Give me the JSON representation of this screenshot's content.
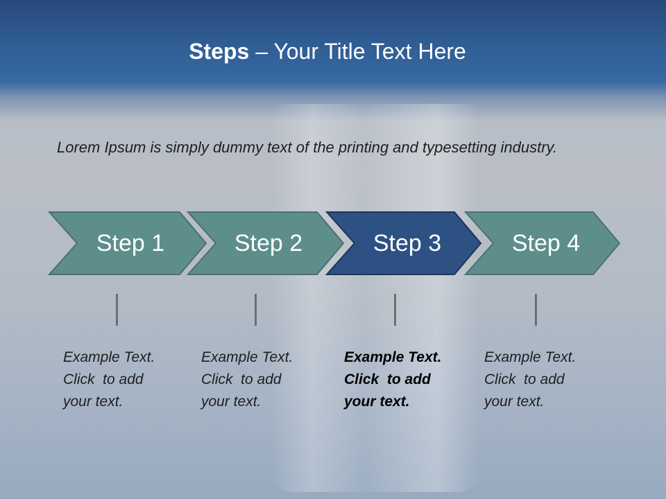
{
  "slide": {
    "title_bold": "Steps",
    "title_rest": " – Your Title Text Here",
    "intro": "Lorem Ipsum is simply dummy text of the printing and typesetting industry."
  },
  "steps": [
    {
      "label": "Step 1",
      "desc": [
        "Example Text.",
        "Click  to add",
        "your text."
      ],
      "color": "#5d8e8c",
      "active": false
    },
    {
      "label": "Step 2",
      "desc": [
        "Example Text.",
        "Click  to add",
        "your text."
      ],
      "color": "#5d8e8c",
      "active": false
    },
    {
      "label": "Step 3",
      "desc": [
        "Example Text.",
        "Click  to add",
        "your text."
      ],
      "color": "#2e5183",
      "active": true
    },
    {
      "label": "Step 4",
      "desc": [
        "Example Text.",
        "Click  to add",
        "your text."
      ],
      "color": "#5d8e8c",
      "active": false
    }
  ],
  "colors": {
    "title_band": "#2f5c93",
    "step_default": "#5d8e8c",
    "step_active": "#2e5183",
    "connector": "#6e6e6e"
  }
}
